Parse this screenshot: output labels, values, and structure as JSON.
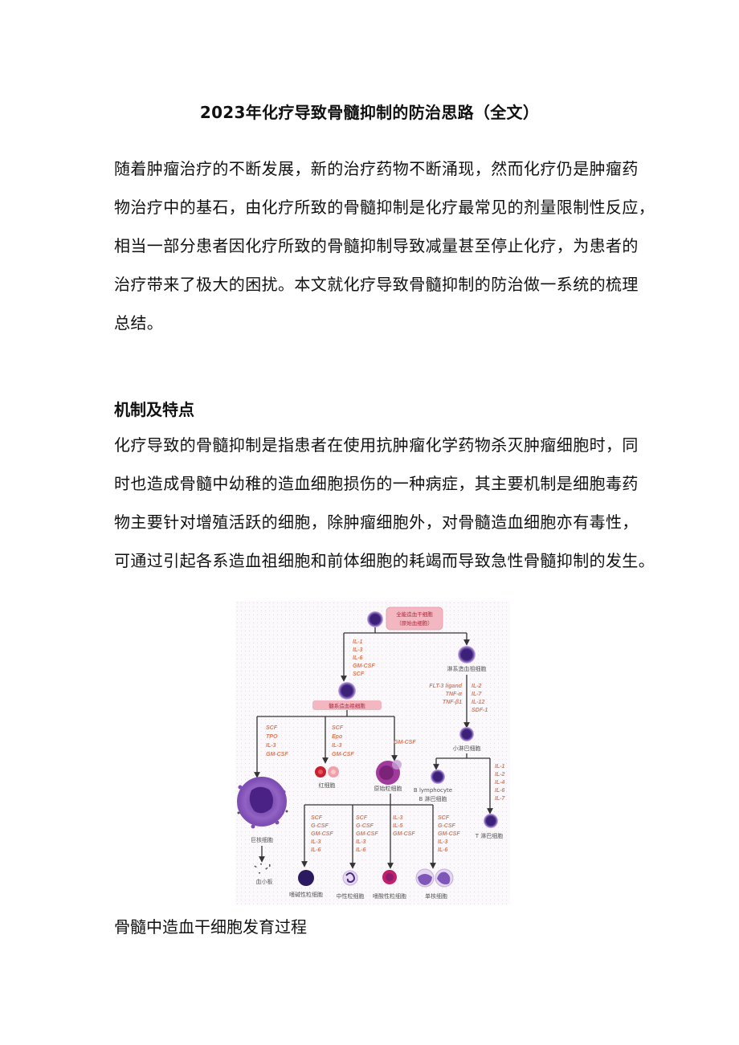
{
  "document": {
    "title": "2023年化疗导致骨髓抑制的防治思路（全文）",
    "intro": {
      "lines": [
        "随着肿瘤治疗的不断发展，新的治疗药物不断涌现，然而化疗仍是肿瘤药",
        "物治疗中的基石，由化疗所致的骨髓抑制是化疗最常见的剂量限制性反应，",
        "相当一部分患者因化疗所致的骨髓抑制导致减量甚至停止化疗，为患者的",
        "治疗带来了极大的困扰。本文就化疗导致骨髓抑制的防治做一系统的梳理",
        "总结。"
      ]
    },
    "section": {
      "heading": "机制及特点",
      "lines": [
        "化疗导致的骨髓抑制是指患者在使用抗肿瘤化学药物杀灭肿瘤细胞时，同",
        "时也造成骨髓中幼稚的造血细胞损伤的一种病症，其主要机制是细胞毒药",
        "物主要针对增殖活跃的细胞，除肿瘤细胞外，对骨髓造血细胞亦有毒性，",
        "可通过引起各系造血祖细胞和前体细胞的耗竭而导致急性骨髓抑制的发生。"
      ]
    },
    "figure": {
      "caption": "骨髓中造血干细胞发育过程",
      "cells": {
        "stem": [
          "全能造血干细胞",
          "（原始血细胞）"
        ],
        "lymphoid_progenitor": "淋系造血祖细胞",
        "myeloid_progenitor": "髓系造血祖细胞",
        "small_lymphocyte": "小淋巴细胞",
        "b_lymphocyte": [
          "B lymphocyte",
          "B 淋巴细胞"
        ],
        "t_lymphocyte": "T 淋巴细胞",
        "megakaryocyte": "巨核细胞",
        "platelet": "血小板",
        "erythrocyte": "红细胞",
        "myeloblast": "原始粒细胞",
        "basophil": "嗜碱性粒细胞",
        "neutrophil": "中性粒细胞",
        "eosinophil": "嗜酸性粒细胞",
        "monocyte": "单核细胞"
      },
      "factors": {
        "stem_to_myeloid": [
          "IL-1",
          "IL-3",
          "IL-6",
          "GM-CSF",
          "SCF"
        ],
        "lymphoid_left": [
          "FLT-3 ligand",
          "TNF-α",
          "TNF-β1"
        ],
        "lymphoid_right": [
          "IL-2",
          "IL-7",
          "IL-12",
          "SDF-1"
        ],
        "megakaryocyte": [
          "SCF",
          "TPO",
          "IL-3",
          "GM-CSF"
        ],
        "erythrocyte": [
          "SCF",
          "Epo",
          "IL-3",
          "GM-CSF"
        ],
        "myeloblast": [
          "GM-CSF"
        ],
        "t_cell": [
          "IL-1",
          "IL-2",
          "IL-4",
          "IL-6",
          "IL-7"
        ],
        "basophil": [
          "SCF",
          "G-CSF",
          "GM-CSF",
          "IL-3",
          "IL-6"
        ],
        "neutrophil": [
          "SCF",
          "G-CSF",
          "GM-CSF",
          "IL-3",
          "IL-6"
        ],
        "eosinophil": [
          "IL-3",
          "IL-5",
          "GM-CSF"
        ],
        "monocyte": [
          "SCF",
          "G-CSF",
          "GM-CSF",
          "IL-3",
          "IL-6"
        ]
      }
    }
  }
}
